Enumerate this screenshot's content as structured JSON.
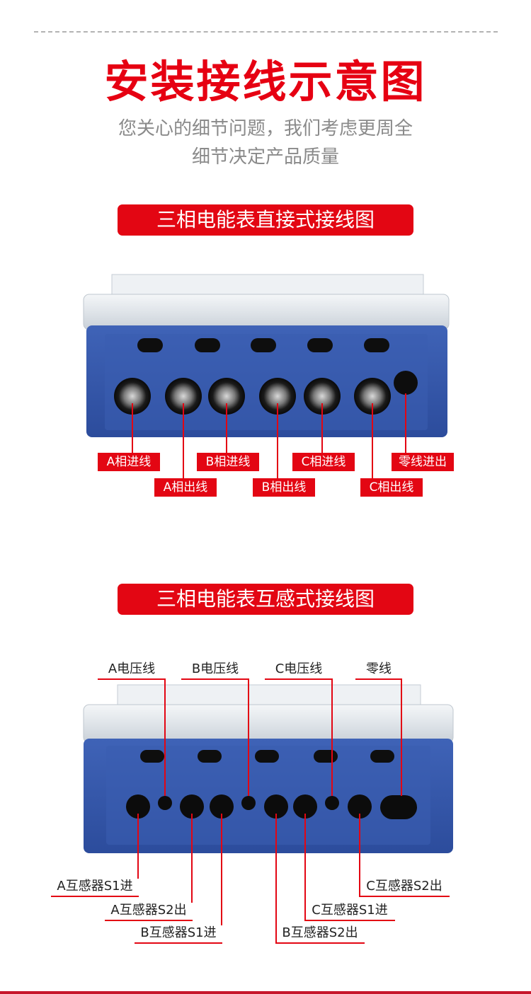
{
  "header": {
    "title": "安装接线示意图",
    "subtitle_line1": "您关心的细节问题，我们考虑更周全",
    "subtitle_line2": "细节决定产品质量"
  },
  "section1": {
    "heading": "三相电能表直接式接线图",
    "labels": [
      "A相进线",
      "A相出线",
      "B相进线",
      "B相出线",
      "C相进线",
      "C相出线",
      "零线进出"
    ]
  },
  "section2": {
    "heading": "三相电能表互感式接线图",
    "top_labels": [
      "A电压线",
      "B电压线",
      "C电压线",
      "零线"
    ],
    "bottom_labels": [
      "A互感器S1进",
      "A互感器S2出",
      "B互感器S1进",
      "B互感器S2出",
      "C互感器S1进",
      "C互感器S2出"
    ]
  },
  "colors": {
    "accent": "#e30613",
    "meter_blue": "#3556a8",
    "text_gray": "#8a8a8a"
  }
}
